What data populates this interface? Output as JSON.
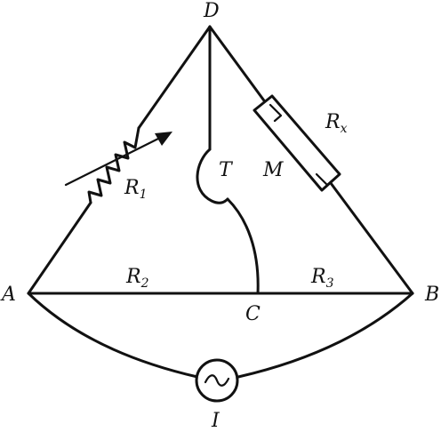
{
  "nodes": {
    "A": "A",
    "B": "B",
    "C": "C",
    "D": "D"
  },
  "components": {
    "R1": {
      "symbol": "R",
      "subscript": "1"
    },
    "R2": {
      "symbol": "R",
      "subscript": "2"
    },
    "R3": {
      "symbol": "R",
      "subscript": "3"
    },
    "Rx": {
      "symbol": "R",
      "subscript": "x"
    },
    "T": "T",
    "M": "M",
    "source": "I",
    "source_symbol": "~"
  },
  "icons": {
    "variable_resistor": "variable-resistor-icon",
    "fixed_resistor": "resistor-box-icon",
    "ac_source": "ac-source-icon"
  }
}
